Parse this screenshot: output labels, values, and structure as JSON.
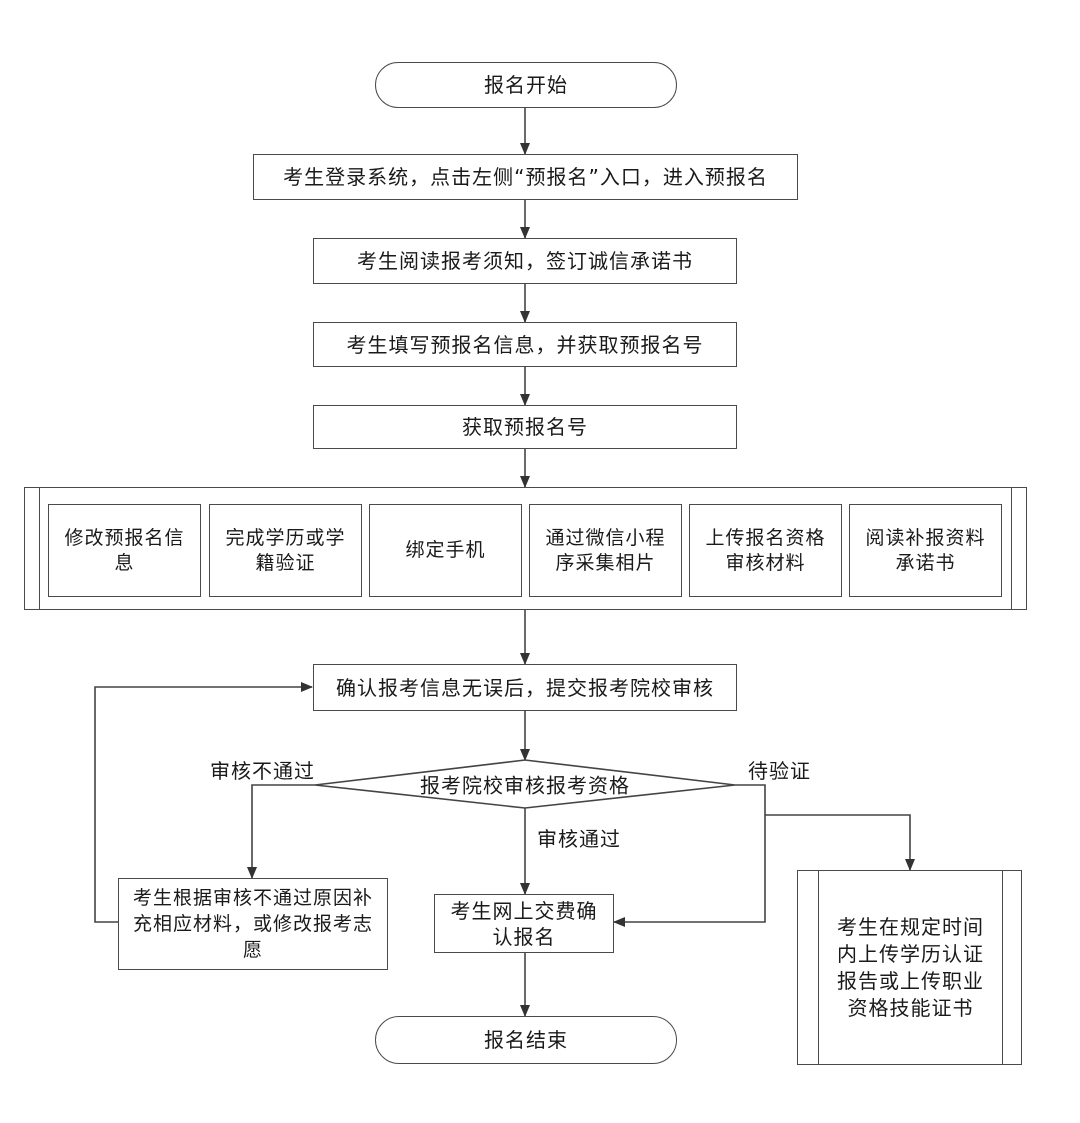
{
  "start": "报名开始",
  "steps": {
    "login": "考生登录系统，点击左侧“预报名”入口，进入预报名",
    "read": "考生阅读报考须知，签订诚信承诺书",
    "fill": "考生填写预报名信息，并获取预报名号",
    "obtain": "获取预报名号"
  },
  "sub_tasks": [
    "修改预报名信息",
    "完成学历或学籍验证",
    "绑定手机",
    "通过微信小程序采集相片",
    "上传报名资格审核材料",
    "阅读补报资料承诺书"
  ],
  "submit": "确认报考信息无误后，提交报考院校审核",
  "decision": "报考院校审核报考资格",
  "branches": {
    "fail": "审核不通过",
    "pass": "审核通过",
    "pending": "待验证"
  },
  "fail_action": "考生根据审核不通过原因补充相应材料，或修改报考志愿",
  "pay": "考生网上交费确认报名",
  "pending_action": "考生在规定时间内上传学历认证报告或上传职业资格技能证书",
  "end": "报名结束"
}
